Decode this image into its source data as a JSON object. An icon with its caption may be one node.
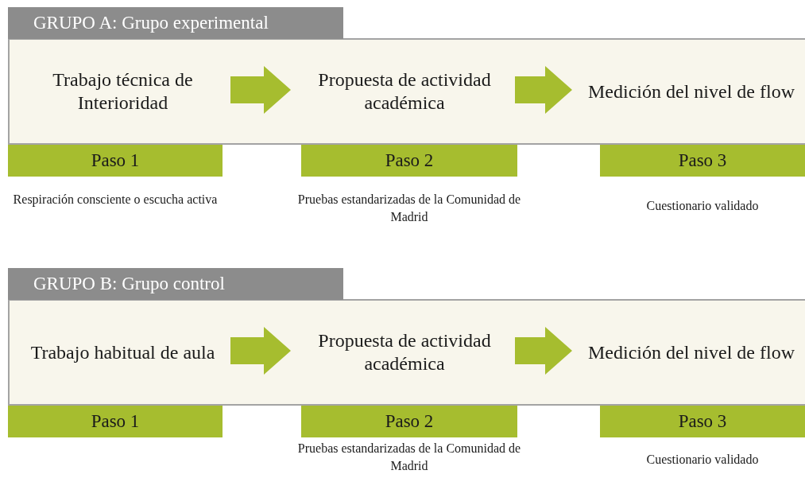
{
  "diagram": {
    "nodes": [
      {
        "text": [
          "GRUPO A: Grupo experimental"
        ]
      },
      {
        "text": [
          "Trabajo técnica de Interioridad"
        ],
        "in": 0
      },
      {
        "text": [
          "Propuesta de actividad académica"
        ],
        "in": 0
      },
      {
        "text": [
          "Medición del nivel de flow"
        ],
        "in": 0
      },
      {
        "text": [
          "Paso 1"
        ],
        "beside": [
          "Respiración consciente o escucha activa"
        ]
      },
      {
        "text": [
          "Paso 2"
        ],
        "beside": [
          "Pruebas estandarizadas de la Comunidad de Madrid"
        ]
      },
      {
        "text": [
          "Paso 3"
        ],
        "beside": [
          "Cuestionario validado"
        ]
      },
      {
        "text": [
          "GRUPO B: Grupo control"
        ]
      },
      {
        "text": [
          "Trabajo habitual de aula"
        ],
        "in": 7
      },
      {
        "text": [
          "Propuesta de actividad académica"
        ],
        "in": 7
      },
      {
        "text": [
          "Medición del nivel de flow"
        ],
        "in": 7
      },
      {
        "text": [
          "Paso 1"
        ]
      },
      {
        "text": [
          "Paso 2"
        ],
        "beside": [
          "Pruebas estandarizadas de la Comunidad de Madrid"
        ]
      },
      {
        "text": [
          "Paso 3"
        ],
        "beside": [
          "Cuestionario validado"
        ]
      }
    ],
    "edges": [
      {
        "from": 1,
        "to": 2,
        "arrow": "to",
        "style": "thick"
      },
      {
        "from": 2,
        "to": 3,
        "arrow": "to",
        "style": "thick"
      },
      {
        "from": 8,
        "to": 9,
        "arrow": "to",
        "style": "thick"
      },
      {
        "from": 9,
        "to": 10,
        "arrow": "to",
        "style": "thick"
      }
    ]
  }
}
